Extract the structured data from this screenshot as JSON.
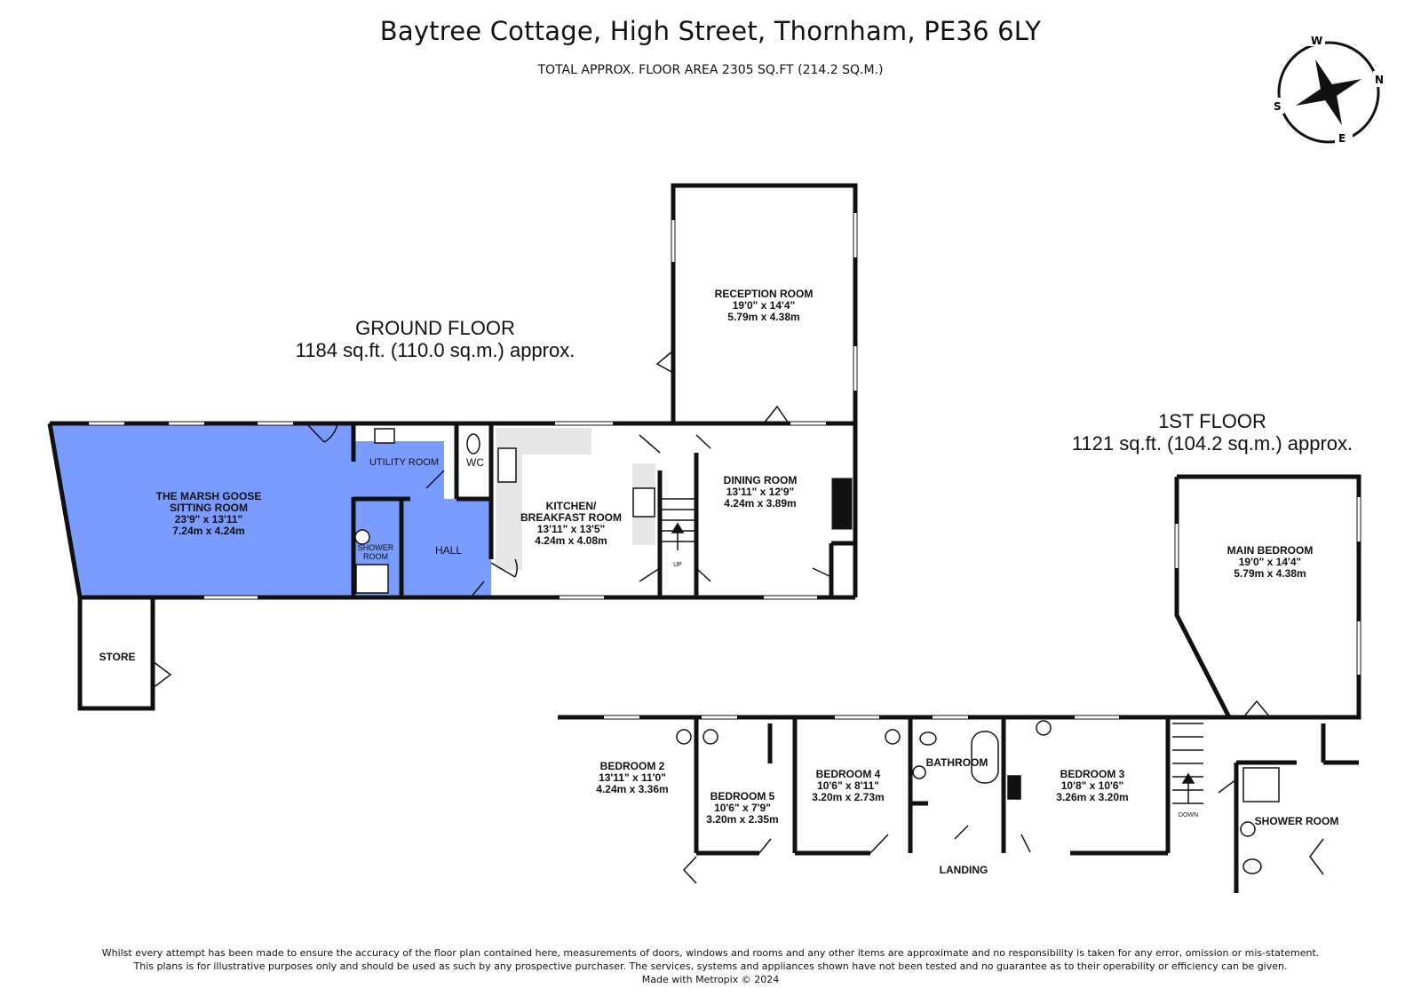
{
  "header": {
    "title": "Baytree Cottage, High Street, Thornham, PE36 6LY",
    "subtitle": "TOTAL APPROX. FLOOR AREA 2305 SQ.FT (214.2 SQ.M.)"
  },
  "compass": {
    "labels": [
      "W",
      "N",
      "E",
      "S"
    ]
  },
  "ground_floor": {
    "name": "GROUND FLOOR",
    "area": "1184 sq.ft. (110.0 sq.m.) approx.",
    "rooms": {
      "sitting": {
        "name1": "THE MARSH GOOSE",
        "name2": "SITTING ROOM",
        "imperial": "23'9\"  x 13'11\"",
        "metric": "7.24m  x 4.24m"
      },
      "utility": {
        "name": "UTILITY ROOM"
      },
      "wc": {
        "name": "WC"
      },
      "shower": {
        "name1": "SHOWER",
        "name2": "ROOM"
      },
      "hall": {
        "name": "HALL"
      },
      "kitchen": {
        "name1": "KITCHEN/",
        "name2": "BREAKFAST ROOM",
        "imperial": "13'11\"  x 13'5\"",
        "metric": "4.24m  x 4.08m"
      },
      "reception": {
        "name": "RECEPTION ROOM",
        "imperial": "19'0\"  x 14'4\"",
        "metric": "5.79m  x 4.38m"
      },
      "dining": {
        "name": "DINING ROOM",
        "imperial": "13'11\"  x 12'9\"",
        "metric": "4.24m  x 3.89m"
      },
      "store": {
        "name": "STORE"
      },
      "stairs": {
        "label": "UP"
      }
    }
  },
  "first_floor": {
    "name": "1ST FLOOR",
    "area": "1121 sq.ft. (104.2 sq.m.) approx.",
    "rooms": {
      "main_bedroom": {
        "name": "MAIN BEDROOM",
        "imperial": "19'0\"  x 14'4\"",
        "metric": "5.79m  x 4.38m"
      },
      "bedroom2": {
        "name": "BEDROOM 2",
        "imperial": "13'11\"  x 11'0\"",
        "metric": "4.24m  x 3.36m"
      },
      "bedroom5": {
        "name": "BEDROOM 5",
        "imperial": "10'6\"  x 7'9\"",
        "metric": "3.20m  x 2.35m"
      },
      "bedroom4": {
        "name": "BEDROOM 4",
        "imperial": "10'6\"  x 8'11\"",
        "metric": "3.20m  x 2.73m"
      },
      "bathroom": {
        "name": "BATHROOM"
      },
      "bedroom3": {
        "name": "BEDROOM 3",
        "imperial": "10'8\"  x 10'6\"",
        "metric": "3.26m  x 3.20m"
      },
      "shower_room": {
        "name": "SHOWER ROOM"
      },
      "landing": {
        "name": "LANDING"
      },
      "stairs": {
        "label": "DOWN"
      }
    }
  },
  "disclaimer": {
    "line1": "Whilst every attempt has been made to ensure the accuracy of the floor plan contained here, measurements of doors, windows and rooms and any other items are approximate and no responsibility is taken for any error, omission or mis-statement.",
    "line2": "This plans is for illustrative purposes only and should be used as such by any prospective purchaser. The services, systems and appliances shown have not been tested and no guarantee as to their operability or efficiency can be given.",
    "line3": "Made with Metropix © 2024"
  },
  "colors": {
    "highlight": "#7b9cff",
    "wall": "#111111",
    "worktop": "#e6e6e6"
  }
}
